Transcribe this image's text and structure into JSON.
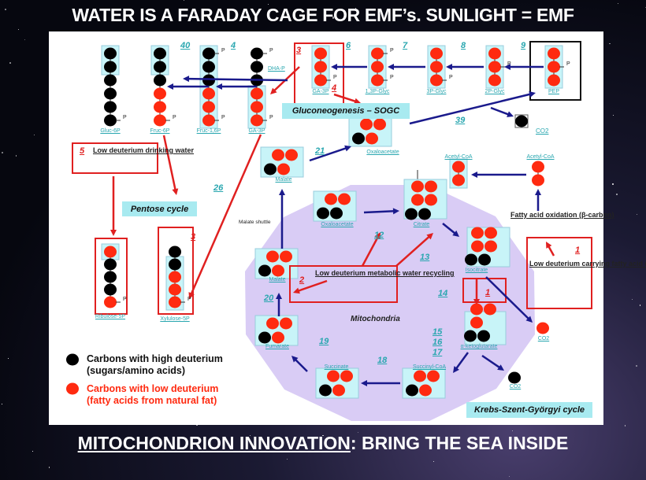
{
  "title": "WATER IS A FARADAY CAGE FOR EMF’s.  SUNLIGHT = EMF",
  "bottom": {
    "underlined": "MITOCHONDRION INNOVATION",
    "rest": ":  BRING THE SEA INSIDE"
  },
  "colors": {
    "high_deuterium": "#000000",
    "low_deuterium": "#ff2a10",
    "label": "#2aa7b0",
    "mito": "#d9ccf5",
    "band": "#a8eaf0",
    "arrow": "#1a1a8c",
    "red_arrow": "#e02020"
  },
  "molecules": {
    "gluc6p": "Gluc-6P",
    "fruc6p": "Fruc-6P",
    "fruc16p": "Fruc-1,6P",
    "ga3p": "GA-3P",
    "dhap": "DHA-P",
    "ga3p_box": "GA-3P",
    "p13glyc": "1,3P-Glyc",
    "p3glyc": "3P-Glyc",
    "p2glyc": "2P-Glyc",
    "pep": "PEP",
    "co2_a": "CO2",
    "oxaloacetate_out": "Oxaloacetate",
    "malate_out": "Malate",
    "acetylcoa_1": "Acetyl-CoA",
    "acetylcoa_2": "Acetyl-CoA",
    "oxaloacetate": "Oxaloacetate",
    "citrate": "Citrate",
    "isocitrate": "Isocitrate",
    "akg": "α-ketoglutarate",
    "co2_b": "CO2",
    "co2_c": "CO2",
    "succinylcoa": "Succinyl-CoA",
    "succinate": "Succinate",
    "fumarate": "Fumarate",
    "malate": "Malate",
    "ribulose": "Ribulose-5P",
    "xylulose": "Xylulose-5P",
    "phosphate": "P"
  },
  "steps": {
    "s40": "40",
    "s4": "4",
    "s6": "6",
    "s7": "7",
    "s8": "8",
    "s9": "9",
    "s39": "39",
    "s21": "21",
    "s26": "26",
    "s12": "12",
    "s13": "13",
    "s14": "14",
    "s15": "15",
    "s16": "16",
    "s17": "17",
    "s18": "18",
    "s19": "19",
    "s20": "20"
  },
  "red_steps": {
    "r3a": "3",
    "r4": "4",
    "r5": "5",
    "r3b": "3",
    "r2": "2",
    "r1a": "1",
    "r1b": "1"
  },
  "boxes": {
    "drinking_water": "Low deuterium drinking water",
    "metabolic_water": "Low deuterium metabolic water recycling",
    "fatty_carbons": "Low deuterium carrying fatty acid carbons",
    "fatty_oxidation": "Fatty acid oxidation (β-carbon)",
    "malate_shuttle": "Malate shuttle",
    "mitochondria": "Mitochondria"
  },
  "bands": {
    "gluconeogenesis": "Gluconeogenesis – SOGC",
    "pentose": "Pentose cycle",
    "krebs": "Krebs-Szent-Györgyi cycle"
  },
  "legend": {
    "high_line1": "Carbons with high deuterium",
    "high_line2": "(sugars/amino acids)",
    "low_line1": "Carbons with low deuterium",
    "low_line2": "(fatty acids from natural fat)"
  }
}
